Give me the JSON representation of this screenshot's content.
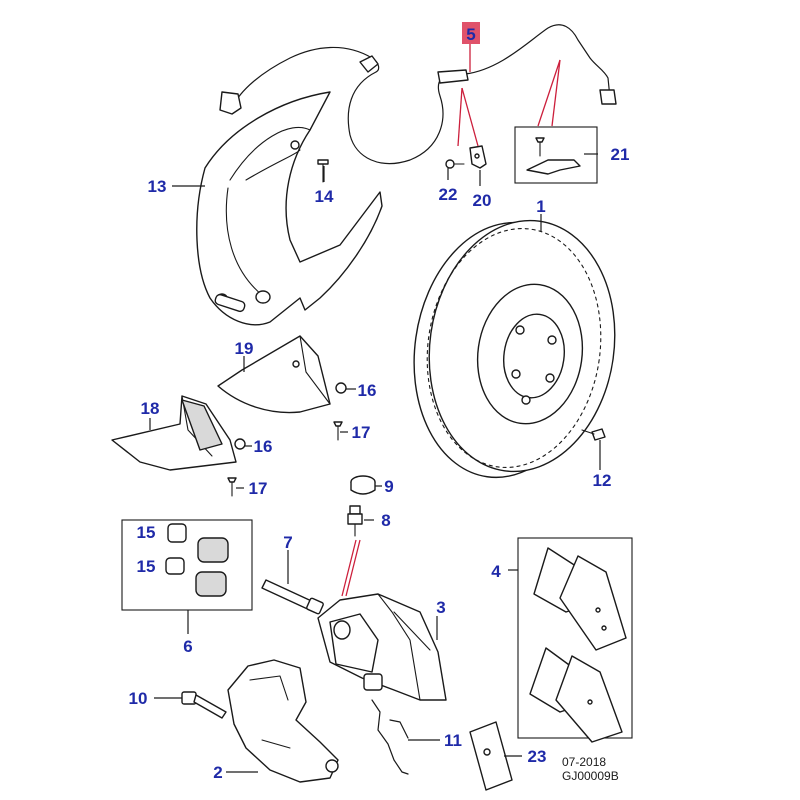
{
  "diagram": {
    "callouts": [
      {
        "id": "1",
        "label": "1"
      },
      {
        "id": "2",
        "label": "2"
      },
      {
        "id": "3",
        "label": "3"
      },
      {
        "id": "4",
        "label": "4"
      },
      {
        "id": "5",
        "label": "5",
        "highlighted": true
      },
      {
        "id": "6",
        "label": "6"
      },
      {
        "id": "7",
        "label": "7"
      },
      {
        "id": "8",
        "label": "8"
      },
      {
        "id": "9",
        "label": "9"
      },
      {
        "id": "10",
        "label": "10"
      },
      {
        "id": "11",
        "label": "11"
      },
      {
        "id": "12",
        "label": "12"
      },
      {
        "id": "13",
        "label": "13"
      },
      {
        "id": "14",
        "label": "14"
      },
      {
        "id": "15a",
        "label": "15"
      },
      {
        "id": "15b",
        "label": "15"
      },
      {
        "id": "16a",
        "label": "16"
      },
      {
        "id": "16b",
        "label": "16"
      },
      {
        "id": "17a",
        "label": "17"
      },
      {
        "id": "17b",
        "label": "17"
      },
      {
        "id": "18",
        "label": "18"
      },
      {
        "id": "19",
        "label": "19"
      },
      {
        "id": "20",
        "label": "20"
      },
      {
        "id": "21",
        "label": "21"
      },
      {
        "id": "22",
        "label": "22"
      },
      {
        "id": "23",
        "label": "23"
      }
    ],
    "footer": {
      "date": "07-2018",
      "code": "GJ00009B"
    },
    "colors": {
      "callout_text": "#1f2aa8",
      "highlight_fill": "#e0526a",
      "highlight_leader": "#cc1f3c",
      "line": "#1a1a1a"
    }
  }
}
